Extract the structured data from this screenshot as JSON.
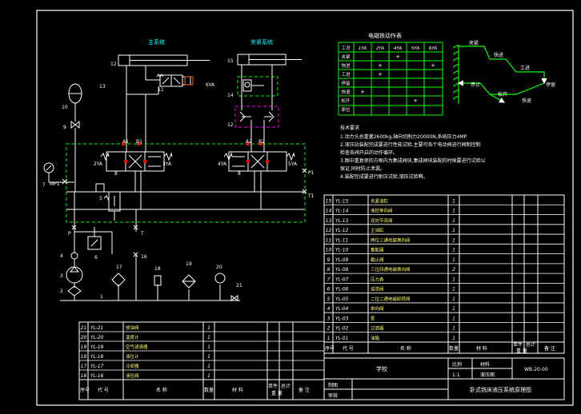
{
  "titles": {
    "main_system": "主系统",
    "clamp_system": "夹紧系统",
    "solenoid_table": "电磁铁动作表"
  },
  "solenoid_table": {
    "headers": [
      "工况",
      "1YA",
      "2YA",
      "4YA",
      "5YA",
      "6YA"
    ],
    "rows": [
      [
        "夹紧",
        "",
        "",
        "+",
        "",
        ""
      ],
      [
        "快进",
        "",
        "+",
        "",
        "",
        "+"
      ],
      [
        "工进",
        "",
        "+",
        "",
        "",
        ""
      ],
      [
        "停留",
        "",
        "",
        "",
        "",
        ""
      ],
      [
        "快退",
        "+",
        "",
        "",
        "",
        ""
      ],
      [
        "松开",
        "",
        "",
        "",
        "+",
        ""
      ],
      [
        "原位",
        "",
        "",
        "",
        "",
        ""
      ]
    ]
  },
  "cycle_diagram": {
    "labels": [
      "夹紧",
      "快进",
      "工进",
      "停留",
      "快退",
      "松开",
      "停止"
    ]
  },
  "tech_requirements": {
    "heading": "技术要求",
    "lines": [
      "1.动力头总重量2600kg,轴向切削力20000N,系统压力4MP",
      "2.液压站装配完成要进行性能试验,主要可各个电动阀进行阀制控制",
      "  检查各阀开启的动作循环。",
      "3.图中重复使的方框内为集成阀块,集成阀块装配的时候要进行试验以",
      "  保证,同时防止泄漏。",
      "4.装配完成要进行耐压试验,溶压试验啊。"
    ]
  },
  "component_labels": {
    "solenoid_6ya": "6YA",
    "solenoid_2ya": "2YA",
    "solenoid_3ya": "3YA",
    "solenoid_4ya": "4YA",
    "solenoid_5ya": "5YA",
    "port_p": "P",
    "port_t": "T",
    "port_p1": "P1",
    "port_t1": "T1",
    "mp1": "MP1",
    "a1": "A1",
    "b1": "B1",
    "a2": "A2",
    "b2": "B2",
    "n1": "1",
    "n2": "2",
    "n3": "3",
    "n4": "4",
    "n5": "5",
    "n6": "6",
    "n7": "7",
    "n8a": "8",
    "n8b": "8",
    "n9": "9",
    "n10": "10",
    "n11": "11",
    "n12a": "12",
    "n12b": "12",
    "n13": "13",
    "n14": "14",
    "n15": "15",
    "n16": "16",
    "n17": "17",
    "n18": "18",
    "n19": "19",
    "n20": "20",
    "n21": "21"
  },
  "parts_right": [
    [
      "15",
      "YL-15",
      "夹紧油缸",
      "1"
    ],
    [
      "14",
      "YL-14",
      "液控单向阀",
      "1"
    ],
    [
      "13",
      "YL-13",
      "双向节流阀",
      "1"
    ],
    [
      "12",
      "YL-12",
      "主油缸",
      "1"
    ],
    [
      "11",
      "YL-11",
      "两位三通电磁换向阀",
      "1"
    ],
    [
      "10",
      "YL-10",
      "蓄能器",
      "1"
    ],
    [
      "9",
      "YL-09",
      "截止阀",
      "1"
    ],
    [
      "8",
      "YL-08",
      "三位四通电磁换向阀",
      "2"
    ],
    [
      "7",
      "YL-07",
      "压力表",
      "1"
    ],
    [
      "6",
      "YL-06",
      "溢流阀",
      "1"
    ],
    [
      "5",
      "YL-05",
      "二位二通电磁卸荷阀",
      "1"
    ],
    [
      "4",
      "YL-04",
      "单向阀",
      "1"
    ],
    [
      "3",
      "YL-03",
      "泵",
      "1"
    ],
    [
      "2",
      "YL-02",
      "过滤器",
      "1"
    ],
    [
      "1",
      "YL-01",
      "油箱",
      "1"
    ]
  ],
  "parts_left": [
    [
      "21",
      "YL-21",
      "放油阀",
      "1"
    ],
    [
      "20",
      "YL-20",
      "温度计",
      "1"
    ],
    [
      "19",
      "YL-19",
      "空气滤清器",
      "1"
    ],
    [
      "18",
      "YL-18",
      "液位计",
      "1"
    ],
    [
      "17",
      "YL-17",
      "冷却器",
      "1"
    ],
    [
      "16",
      "YL-16",
      "液位阀",
      "1"
    ]
  ],
  "parts_header": {
    "no": "序号",
    "code": "代 号",
    "name": "名 称",
    "qty": "数量",
    "material": "材 料",
    "single": "单件",
    "total": "总计",
    "weight": "重 量",
    "remark": "备 注"
  },
  "title_block": {
    "school": "学校",
    "scale_label": "比例",
    "scale_value": "1:1",
    "material_label": "材料",
    "material_value": "液压图",
    "drawing_no": "WB-20-00",
    "drawn": "制图",
    "checked": "审核",
    "title": "卧式铣床液压系统原理图"
  }
}
